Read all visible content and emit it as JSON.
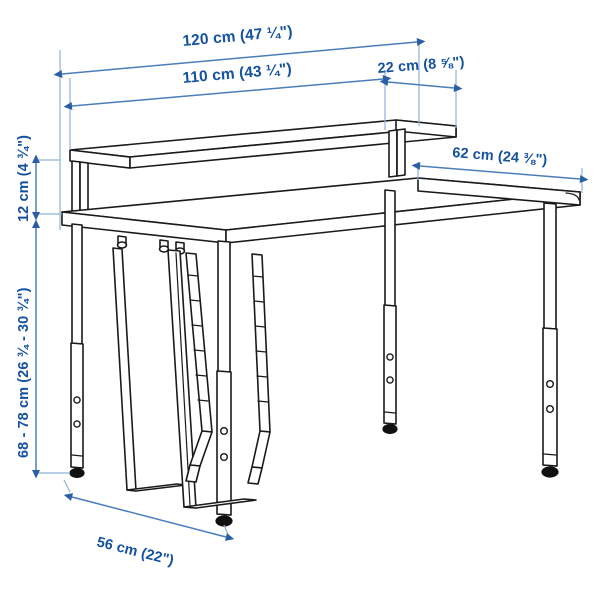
{
  "drawing": {
    "type": "technical-dimension-drawing",
    "subject": "desk with shelf",
    "units": "cm and inches",
    "line_color": "#1a1a1a",
    "dimension_color": "#14529e",
    "dimension_line_color": "#4a7ebb",
    "background": "#ffffff"
  },
  "dimensions": {
    "shelf_width": {
      "label": "120 cm (47 ¼\")",
      "cm": 120,
      "inch": "47 ¼\"",
      "name": "overall-width"
    },
    "desk_width": {
      "label": "110 cm (43 ¼\")",
      "cm": 110,
      "inch": "43 ¼\"",
      "name": "desk-top-width"
    },
    "overhang": {
      "label": "22 cm (8 ⅝\")",
      "cm": 22,
      "inch": "8 ⅝\"",
      "name": "shelf-overhang"
    },
    "depth": {
      "label": "62 cm (24 ⅜\")",
      "cm": 62,
      "inch": "24 ⅜\"",
      "name": "desk-depth"
    },
    "shelf_clearance": {
      "label": "12 cm (4 ¾\")",
      "cm": 12,
      "inch": "4 ¾\"",
      "name": "shelf-clearance-height"
    },
    "height_range": {
      "label": "68 - 78 cm (26 ¾ - 30 ¾\")",
      "cm_min": 68,
      "cm_max": 78,
      "inch": "26 ¾ - 30 ¾\"",
      "name": "adjustable-height"
    },
    "leg_span": {
      "label": "56 cm (22\")",
      "cm": 56,
      "inch": "22\"",
      "name": "leg-span-depth"
    }
  }
}
